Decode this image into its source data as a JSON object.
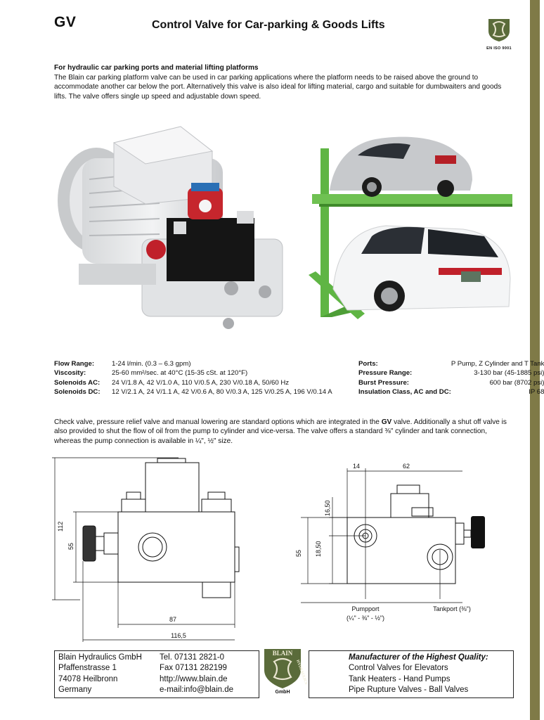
{
  "header": {
    "code": "GV",
    "title": "Control Valve for Car-parking & Goods Lifts",
    "cert_label": "EN ISO 9001"
  },
  "intro": {
    "heading": "For hydraulic car parking ports and material lifting platforms",
    "text": "The Blain car parking platform valve can be used in car parking applications where the platform needs to be raised above the ground to accommodate another car below the port. Alternatively this valve is also ideal for lifting material, cargo and suitable for dumbwaiters and goods lifts. The valve offers single up speed and adjustable down speed."
  },
  "images": {
    "valve": "valve-motor-photo",
    "lift": "car-parking-lift-photo"
  },
  "specs_left": [
    {
      "label": "Flow Range:",
      "value": "1-24 l/min. (0.3 – 6.3 gpm)"
    },
    {
      "label": "Viscosity:",
      "value": "25-60 mm²/sec. at 40°C (15-35 cSt. at 120°F)"
    },
    {
      "label": "Solenoids AC:",
      "value": "24 V/1.8 A, 42 V/1.0 A, 110 V/0.5 A, 230 V/0.18 A, 50/60 Hz"
    },
    {
      "label": "Solenoids DC:",
      "value": "12 V/2.1 A, 24 V/1.1 A, 42 V/0.6 A, 80 V/0.3 A, 125 V/0.25 A, 196 V/0.14 A"
    }
  ],
  "specs_right": [
    {
      "label": "Ports:",
      "value": "P Pump, Z Cylinder and T Tank"
    },
    {
      "label": "Pressure Range:",
      "value": "3-130 bar (45-1885 psi)"
    },
    {
      "label": "Burst Pressure:",
      "value": "600 bar (8702 psi)"
    },
    {
      "label": "Insulation Class, AC and DC:",
      "value": "IP 68"
    }
  ],
  "description": {
    "part1": "Check valve, pressure relief valve and manual lowering are standard options which are integrated in the ",
    "valve_name": "GV",
    "part2": " valve. Additionally a shut off valve is also provided to shut the flow of oil from the pump to cylinder and vice-versa. The valve offers a standard ⅜\" cylinder and tank connection, whereas the pump connection is available in  ¼\", ½\" size."
  },
  "drawing_left": {
    "dim_height_total": "112",
    "dim_height_body": "55",
    "dim_width_body": "87",
    "dim_width_total": "116,5"
  },
  "drawing_right": {
    "dim_top_a": "14",
    "dim_top_b": "62",
    "dim_v_a": "16,50",
    "dim_v_b": "18,50",
    "dim_v_c": "55",
    "pumpport_label": "Pumpport",
    "pumpport_sizes": "(¼\" - ⅜\" - ½\")",
    "tankport_label": "Tankport (⅜\")"
  },
  "footer": {
    "company": "Blain Hydraulics GmbH",
    "street": "Pfaffenstrasse 1",
    "city": "74078 Heilbronn",
    "country": "Germany",
    "tel": "Tel. 07131 2821-0",
    "fax": "Fax 07131 282199",
    "web": "http://www.blain.de",
    "email": "e-mail:info@blain.de",
    "logo_top": "BLAIN",
    "logo_side": "HYDRAULICS",
    "logo_bottom": "GmbH",
    "right_heading": "Manufacturer of the Highest Quality:",
    "right_lines": [
      "Control Valves for Elevators",
      "Tank Heaters - Hand Pumps",
      "Pipe Rupture Valves - Ball Valves"
    ]
  },
  "colors": {
    "accent_bar": "#7f7a47",
    "lift_frame": "#5fb544",
    "logo_green": "#5a6b3a"
  }
}
